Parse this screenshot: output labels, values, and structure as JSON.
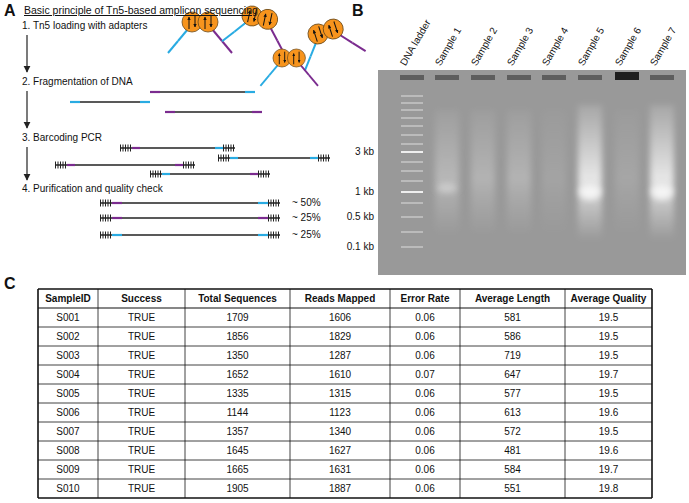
{
  "diagram": {
    "labels": [
      "A",
      "Basic principle of Tn5-based amplicon sequencing",
      "1. Tn5 loading with adapters",
      "2. Fragmentation of DNA",
      "3. Barcoding PCR",
      "4. Purification and quality check",
      "~ 50%",
      "~ 25%",
      "~ 25%",
      "B",
      "DNA ladder",
      "Sample 1",
      "Sample 2",
      "Sample 3",
      "Sample 4",
      "Sample 5",
      "Sample 6",
      "Sample 7",
      "3 kb",
      "1 kb",
      "0.5 kb",
      "0.1 kb",
      "C",
      "SampleID",
      "Success",
      "Total Sequences",
      "Reads Mapped",
      "Error Rate",
      "Average Length",
      "Average Quality",
      "S001",
      "TRUE",
      "1709",
      "1606",
      "0.06",
      "581",
      "19.5",
      "S002",
      "TRUE",
      "1856",
      "1829",
      "0.06",
      "586",
      "19.5",
      "S003",
      "TRUE",
      "1350",
      "1287",
      "0.06",
      "719",
      "19.5",
      "S004",
      "TRUE",
      "1652",
      "1610",
      "0.07",
      "647",
      "19.7",
      "S005",
      "TRUE",
      "1335",
      "1315",
      "0.06",
      "577",
      "19.5",
      "S006",
      "TRUE",
      "1144",
      "1123",
      "0.06",
      "613",
      "19.6",
      "S007",
      "TRUE",
      "1357",
      "1340",
      "0.06",
      "572",
      "19.5",
      "S008",
      "TRUE",
      "1645",
      "1627",
      "0.06",
      "481",
      "19.6",
      "S009",
      "TRUE",
      "1665",
      "1631",
      "0.06",
      "584",
      "19.7",
      "S010",
      "TRUE",
      "1905",
      "1887",
      "0.06",
      "551",
      "19.8"
    ]
  }
}
